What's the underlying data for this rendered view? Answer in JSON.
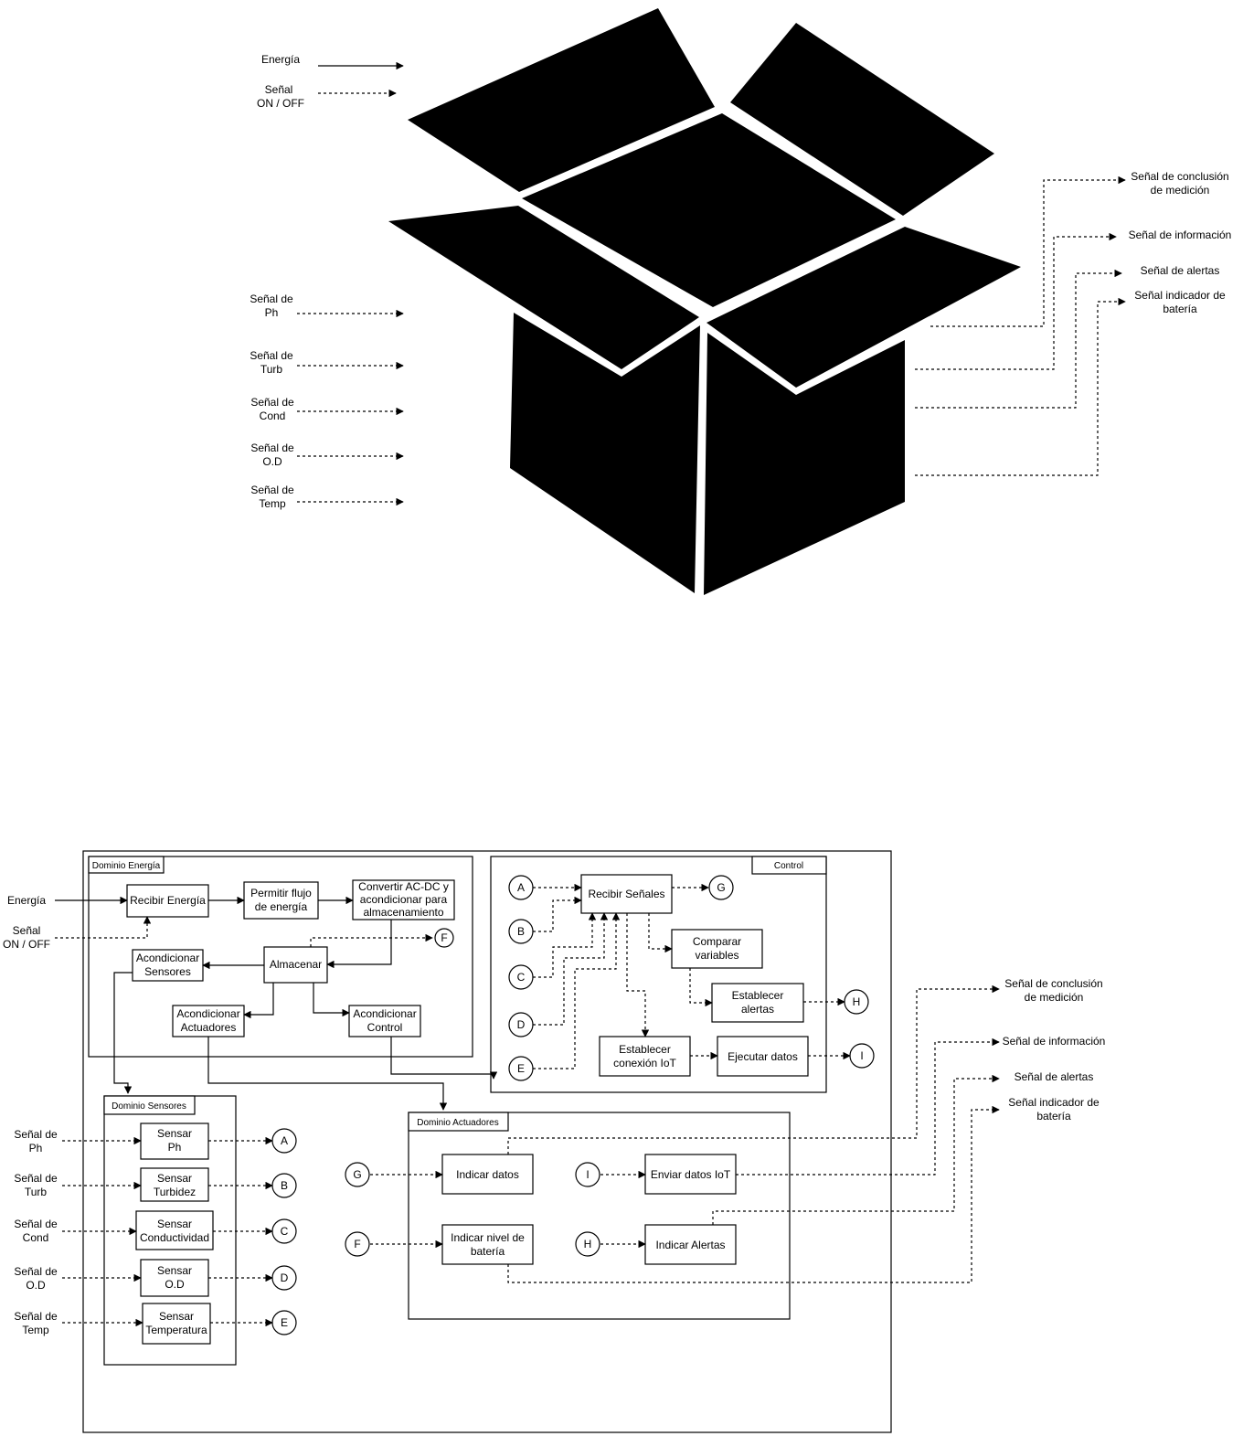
{
  "colors": {
    "ink": "#000000",
    "paper": "#ffffff"
  },
  "blackbox": {
    "icon": "open-box-icon",
    "inputs": {
      "energia": "Energía",
      "onoff": [
        "Señal",
        "ON / OFF"
      ],
      "ph": [
        "Señal de",
        "Ph"
      ],
      "turb": [
        "Señal de",
        "Turb"
      ],
      "cond": [
        "Señal de",
        "Cond"
      ],
      "od": [
        "Señal de",
        "O.D"
      ],
      "temp": [
        "Señal de",
        "Temp"
      ]
    },
    "outputs": {
      "conclusion": [
        "Señal de conclusión",
        "de medición"
      ],
      "informacion": "Señal de información",
      "alertas": "Señal de alertas",
      "bateria": [
        "Señal indicador de",
        "batería"
      ]
    }
  },
  "diagram": {
    "inputs": {
      "energia": "Energía",
      "onoff": [
        "Señal",
        "ON / OFF"
      ],
      "ph": [
        "Señal de",
        "Ph"
      ],
      "turb": [
        "Señal de",
        "Turb"
      ],
      "cond": [
        "Señal de",
        "Cond"
      ],
      "od": [
        "Señal de",
        "O.D"
      ],
      "temp": [
        "Señal de",
        "Temp"
      ]
    },
    "outputs": {
      "conclusion": [
        "Señal de conclusión",
        "de medición"
      ],
      "informacion": "Señal de información",
      "alertas": "Señal de alertas",
      "bateria": [
        "Señal indicador de",
        "batería"
      ]
    },
    "domains": {
      "energia": "Dominio Energía",
      "control": "Control",
      "sensores": "Dominio Sensores",
      "actuadores": "Dominio Actuadores"
    },
    "energy": {
      "recibir": "Recibir Energía",
      "permitir": [
        "Permitir flujo",
        "de energía"
      ],
      "convertir": [
        "Convertir AC-DC y",
        "acondicionar para",
        "almacenamiento"
      ],
      "almacenar": "Almacenar",
      "acond_sensores": [
        "Acondicionar",
        "Sensores"
      ],
      "acond_actuadores": [
        "Acondicionar",
        "Actuadores"
      ],
      "acond_control": [
        "Acondicionar",
        "Control"
      ]
    },
    "control": {
      "recibir": "Recibir Señales",
      "comparar": [
        "Comparar",
        "variables"
      ],
      "alertas": [
        "Establecer",
        "alertas"
      ],
      "iot": [
        "Establecer",
        "conexión IoT"
      ],
      "ejecutar": "Ejecutar datos"
    },
    "sensors": {
      "ph": [
        "Sensar",
        "Ph"
      ],
      "turb": [
        "Sensar",
        "Turbidez"
      ],
      "cond": [
        "Sensar",
        "Conductividad"
      ],
      "od": [
        "Sensar",
        "O.D"
      ],
      "temp": [
        "Sensar",
        "Temperatura"
      ]
    },
    "actuators": {
      "indicar": "Indicar datos",
      "bateria": [
        "Indicar nivel de",
        "batería"
      ],
      "enviar": "Enviar datos IoT",
      "alertas": "Indicar Alertas"
    },
    "connectors": [
      "A",
      "B",
      "C",
      "D",
      "E",
      "F",
      "G",
      "H",
      "I"
    ]
  }
}
